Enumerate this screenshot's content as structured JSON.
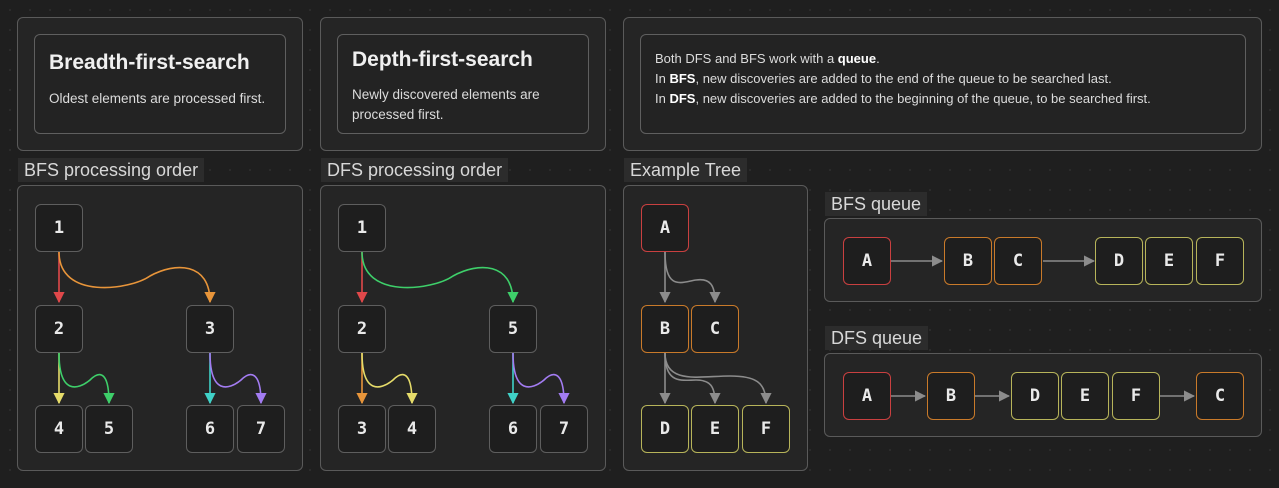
{
  "colors": {
    "red": "#e0484a",
    "orange": "#e8953a",
    "green": "#3ecf6a",
    "yellow": "#e6dc6a",
    "teal": "#40d2c8",
    "purple": "#a37cf2",
    "gray": "#8c8c8c",
    "node_red": "#c94040",
    "node_orange": "#c97a2a",
    "node_yellow": "#b7b45a"
  },
  "bfs_card": {
    "title": "Breadth-first-search",
    "description": "Oldest elements are processed first."
  },
  "dfs_card": {
    "title": "Depth-first-search",
    "description_line1": "Newly discovered elements are",
    "description_line2": "processed first."
  },
  "info": {
    "line1_prefix": "Both DFS and BFS work with a ",
    "line1_bold": "queue",
    "line1_suffix": ".",
    "line2_prefix": "In ",
    "line2_bold": "BFS",
    "line2_suffix": ", new discoveries are added to the end of the queue to be searched last.",
    "line3_prefix": "In ",
    "line3_bold": "DFS",
    "line3_suffix": ", new discoveries are added to the beginning of the queue, to be searched first."
  },
  "bfs_order": {
    "label": "BFS processing order",
    "nodes": [
      "1",
      "2",
      "3",
      "4",
      "5",
      "6",
      "7"
    ]
  },
  "dfs_order": {
    "label": "DFS processing order",
    "nodes": [
      "1",
      "2",
      "5",
      "3",
      "4",
      "6",
      "7"
    ]
  },
  "example_tree": {
    "label": "Example Tree",
    "nodes": [
      "A",
      "B",
      "C",
      "D",
      "E",
      "F"
    ]
  },
  "bfs_queue": {
    "label": "BFS queue",
    "items": [
      "A",
      "B",
      "C",
      "D",
      "E",
      "F"
    ]
  },
  "dfs_queue": {
    "label": "DFS queue",
    "items": [
      "A",
      "B",
      "D",
      "E",
      "F",
      "C"
    ]
  }
}
